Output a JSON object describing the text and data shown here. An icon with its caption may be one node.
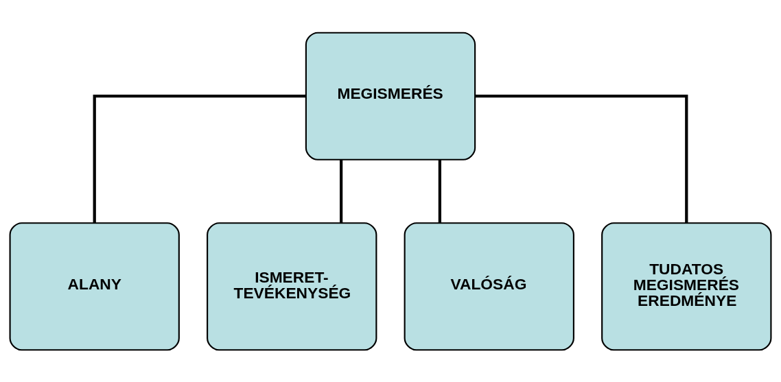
{
  "diagram": {
    "nodes": [
      {
        "text": [
          "MEGISMERÉS"
        ]
      },
      {
        "text": [
          "ALANY"
        ]
      },
      {
        "text": [
          "ISMERET- TEVÉKENYSÉG"
        ]
      },
      {
        "text": [
          "VALÓSÁG"
        ]
      },
      {
        "text": [
          "TUDATOS MEGISMERÉS EREDMÉNYE"
        ]
      }
    ],
    "edges": [
      {
        "from": 0,
        "to": 1,
        "arrow": "none"
      },
      {
        "from": 0,
        "to": 2,
        "arrow": "none"
      },
      {
        "from": 0,
        "to": 3,
        "arrow": "none"
      },
      {
        "from": 0,
        "to": 4,
        "arrow": "none"
      }
    ]
  }
}
